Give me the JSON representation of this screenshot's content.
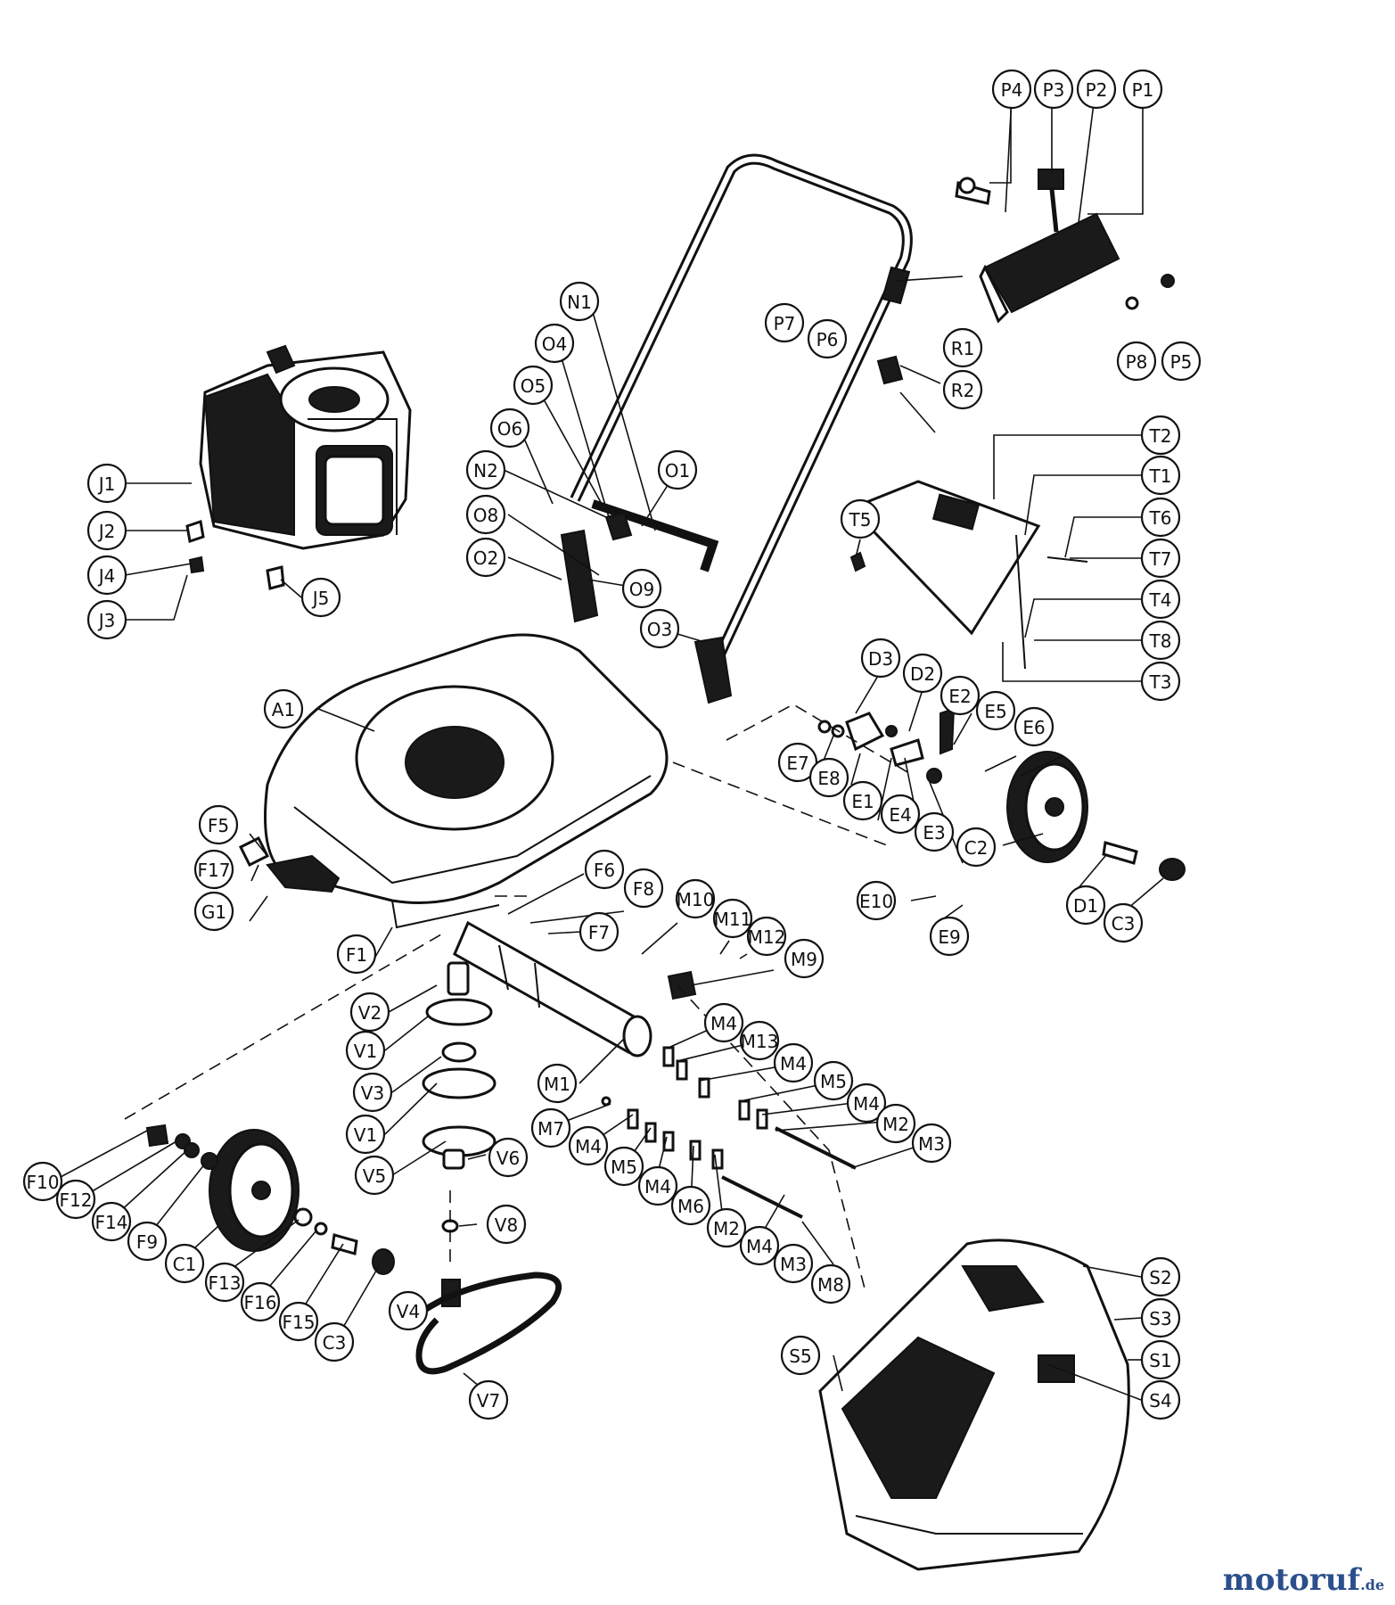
{
  "brand": {
    "name": "motoruf",
    "tld": ".de"
  },
  "labels": [
    "P4",
    "P3",
    "P2",
    "P1",
    "P7",
    "P6",
    "P8",
    "P5",
    "R1",
    "R2",
    "N1",
    "O4",
    "O5",
    "O6",
    "N2",
    "O1",
    "O8",
    "O2",
    "O9",
    "O3",
    "J1",
    "J2",
    "J4",
    "J3",
    "J5",
    "T2",
    "T1",
    "T6",
    "T7",
    "T5",
    "T4",
    "T8",
    "T3",
    "D3",
    "D2",
    "E2",
    "E5",
    "E6",
    "E7",
    "E8",
    "E1",
    "E4",
    "E3",
    "C2",
    "A1",
    "F5",
    "F17",
    "G1",
    "F1",
    "F6",
    "F8",
    "F7",
    "M10",
    "M11",
    "M12",
    "M9",
    "E10",
    "E9",
    "D1",
    "C3",
    "V2",
    "V1",
    "V3",
    "V1",
    "V5",
    "V6",
    "V8",
    "V4",
    "V7",
    "M1",
    "M4",
    "M13",
    "M4",
    "M5",
    "M4",
    "M2",
    "M3",
    "M7",
    "M4",
    "M5",
    "M4",
    "M6",
    "M2",
    "M4",
    "M3",
    "M8",
    "F10",
    "F12",
    "F14",
    "F9",
    "C1",
    "F13",
    "F16",
    "F15",
    "C3",
    "S2",
    "S3",
    "S1",
    "S5",
    "S4"
  ]
}
